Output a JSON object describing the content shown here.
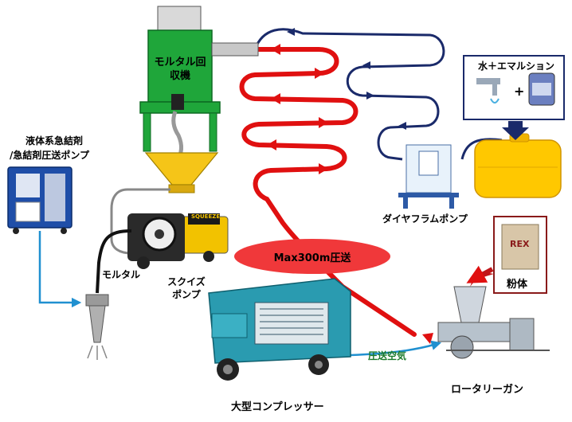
{
  "labels": {
    "mortar_recovery": "モルタル回収機",
    "liquid_pump": "液体系急結剤/急結剤圧送ポンプ",
    "liquid_pump_l1": "液体系急結剤",
    "liquid_pump_l2": "/急結剤圧送ポンプ",
    "water_emulsion": "水＋エマルション",
    "diaphragm_pump": "ダイヤフラムポンプ",
    "powder": "粉体",
    "max_transport": "Max300m圧送",
    "mortar": "モルタル",
    "squeeze_pump_l1": "スクイズ",
    "squeeze_pump_l2": "ポンプ",
    "compressed_air": "圧送空気",
    "rotary_gun": "ロータリーガン",
    "compressor": "大型コンプレッサー",
    "pump_brand": "SQUEEZE",
    "bag_text": "REX"
  },
  "colors": {
    "mortar_line": "#e01010",
    "water_line": "#1a2a6a",
    "air_line": "#2090d0",
    "machine_green": "#1fa63a",
    "hopper_yellow": "#f5c518",
    "tank_yellow": "#ffc800",
    "compressor_teal": "#2a9bb0",
    "ellipse_red": "#f0383a"
  }
}
